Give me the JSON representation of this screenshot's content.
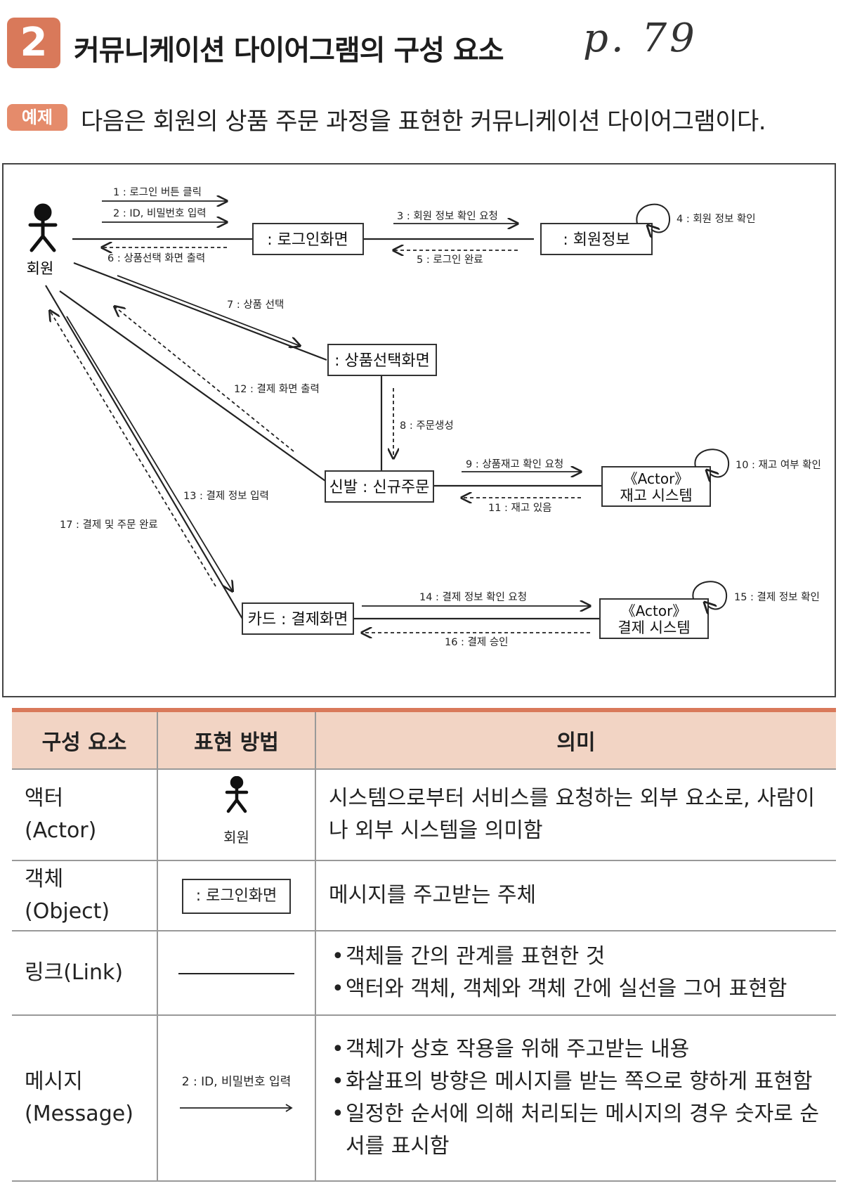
{
  "section": {
    "number": "2",
    "title": "커뮤니케이션 다이어그램의 구성 요소",
    "handwritten_note": "p. 79"
  },
  "example": {
    "badge": "예제",
    "text": "다음은 회원의 상품 주문 과정을 표현한 커뮤니케이션 다이어그램이다."
  },
  "diagram": {
    "actor_label": "회원",
    "objects": {
      "login_screen": ": 로그인화면",
      "member_info": ": 회원정보",
      "product_select_screen": ": 상품선택화면",
      "new_order": "신발 : 신규주문",
      "card_payment_screen": "카드 : 결제화면",
      "inventory_system_stereotype": "《Actor》",
      "inventory_system": "재고 시스템",
      "payment_system_stereotype": "《Actor》",
      "payment_system": "결제 시스템"
    },
    "messages": {
      "m1": "1 : 로그인 버튼 클릭",
      "m2": "2 : ID, 비밀번호 입력",
      "m3": "3 : 회원 정보 확인 요청",
      "m4": "4 : 회원 정보 확인",
      "m5": "5 : 로그인 완료",
      "m6": "6 : 상품선택 화면 출력",
      "m7": "7 : 상품 선택",
      "m8": "8 : 주문생성",
      "m9": "9 : 상품재고 확인 요청",
      "m10": "10 : 재고 여부 확인",
      "m11": "11 : 재고 있음",
      "m12": "12 : 결제 화면 출력",
      "m13": "13 : 결제 정보 입력",
      "m14": "14 : 결제 정보 확인 요청",
      "m15": "15 : 결제 정보 확인",
      "m16": "16 : 결제 승인",
      "m17": "17 : 결제 및 주문 완료"
    }
  },
  "table": {
    "headers": [
      "구성 요소",
      "표현 방법",
      "의미"
    ],
    "rows": [
      {
        "component": "액터\n(Actor)",
        "method_label": "회원",
        "meaning": "시스템으로부터 서비스를 요청하는 외부 요소로, 사람이나 외부 시스템을 의미함"
      },
      {
        "component": "객체(Object)",
        "method_label": ": 로그인화면",
        "meaning": "메시지를 주고받는 주체"
      },
      {
        "component": "링크(Link)",
        "method_label": "",
        "meaning_items": [
          "객체들 간의 관계를 표현한 것",
          "액터와 객체, 객체와 객체 간에 실선을 그어 표현함"
        ]
      },
      {
        "component": "메시지\n(Message)",
        "method_label": "2 : ID, 비밀번호 입력",
        "meaning_items": [
          "객체가 상호 작용을 위해 주고받는 내용",
          "화살표의 방향은 메시지를 받는 쪽으로 향하게 표현함",
          "일정한 순서에 의해 처리되는 메시지의 경우 숫자로 순서를 표시함"
        ]
      }
    ]
  }
}
